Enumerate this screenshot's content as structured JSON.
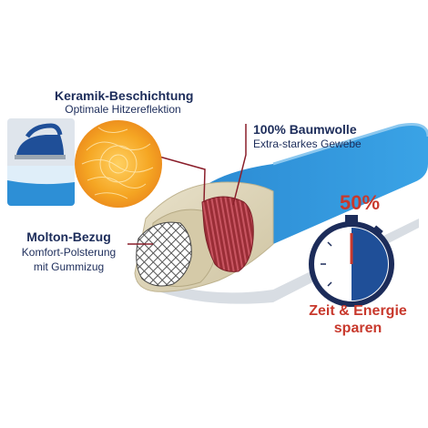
{
  "labels": {
    "coating_title": "Keramik-Beschichtung",
    "coating_subtitle": "Optimale Hitzereflektion",
    "cotton_title": "100% Baumwolle",
    "cotton_subtitle": "Extra-starkes Gewebe",
    "molton_title": "Molton-Bezug",
    "molton_line1": "Komfort-Polsterung",
    "molton_line2": "mit Gummizug",
    "saving_percent": "50%",
    "saving_line1": "Zeit & Energie",
    "saving_line2": "sparen"
  },
  "stopwatch": {
    "fraction_highlighted": 0.5
  },
  "colors": {
    "text_navy": "#1c2c5a",
    "accent_red": "#c8392d",
    "board_blue": "#2d8fd6",
    "felt_beige": "#d9cfb1",
    "cotton_red": "#9a2d36",
    "ceramic_orange": "#f39a1f"
  },
  "icons": [
    "iron-icon",
    "stopwatch-icon"
  ]
}
